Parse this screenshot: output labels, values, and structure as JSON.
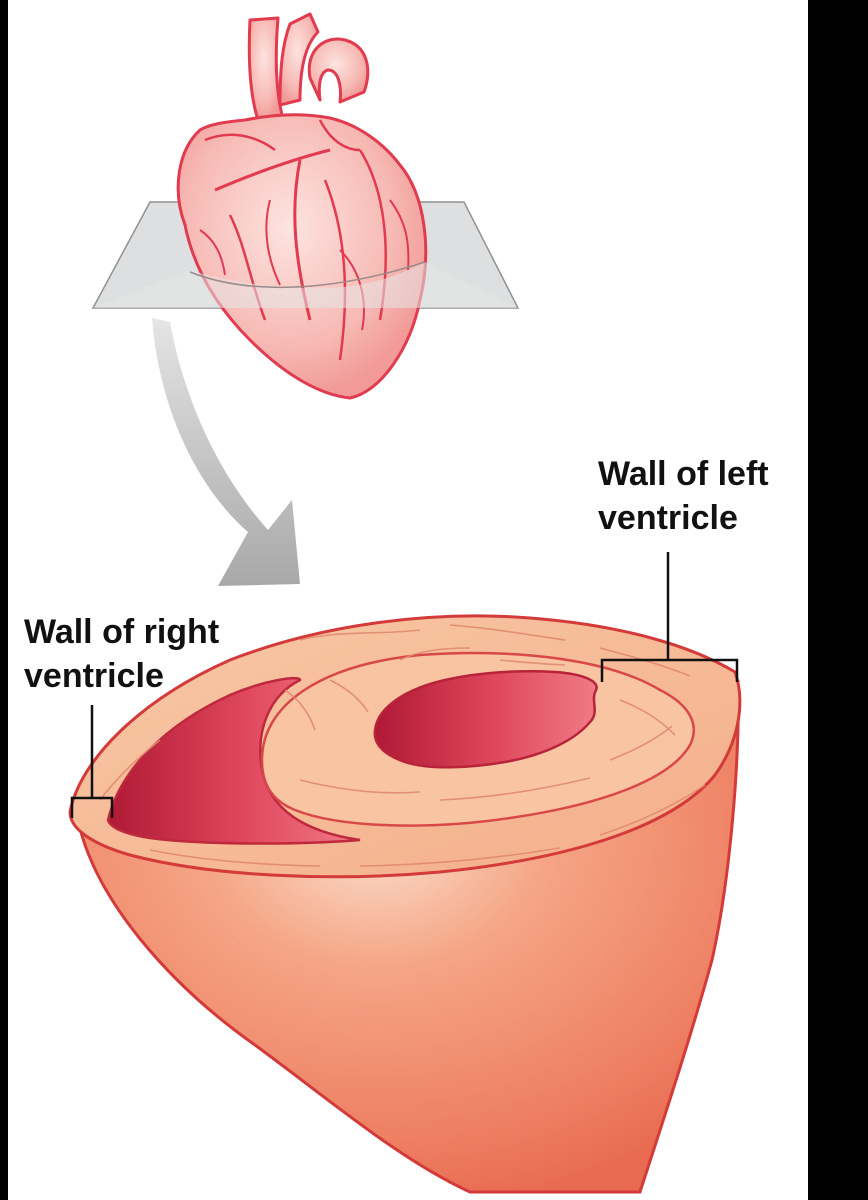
{
  "labels": {
    "left_ventricle": {
      "line1": "Wall of left",
      "line2": "ventricle"
    },
    "right_ventricle": {
      "line1": "Wall of right",
      "line2": "ventricle"
    }
  },
  "colors": {
    "background": "#000000",
    "panel": "#ffffff",
    "heart_fill": "#f7b9b4",
    "heart_outline": "#e23a4f",
    "plane": "#d9dbdd",
    "arrow": "#b3b3b3",
    "myocardium_outer": "#ee7f62",
    "cut_surface": "#f6b894",
    "cavity": "#c8263f"
  },
  "icons": {
    "heart": "whole-heart-illustration",
    "plane": "section-plane",
    "arrow": "curved-arrow",
    "cross_section": "ventricle-cross-section"
  }
}
